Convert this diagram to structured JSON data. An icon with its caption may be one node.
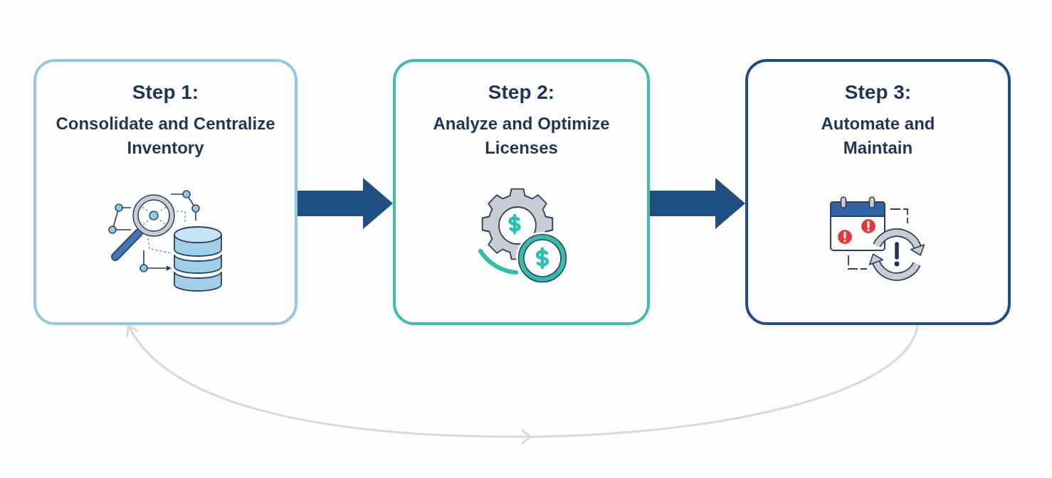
{
  "diagram": {
    "nodes": [
      {
        "text": [
          "Step 1:",
          "Consolidate and Centralize Inventory"
        ]
      },
      {
        "text": [
          "Step 2:",
          "Analyze and Optimize Licenses"
        ]
      },
      {
        "text": [
          "Step 3:",
          "Automate and Maintain"
        ]
      }
    ],
    "edges": [
      {
        "from": 0,
        "to": 1,
        "arrow": "to"
      },
      {
        "from": 1,
        "to": 2,
        "arrow": "to"
      },
      {
        "from": 2,
        "to": 0,
        "arrow": "to",
        "color": "#d9d9d9"
      }
    ]
  }
}
